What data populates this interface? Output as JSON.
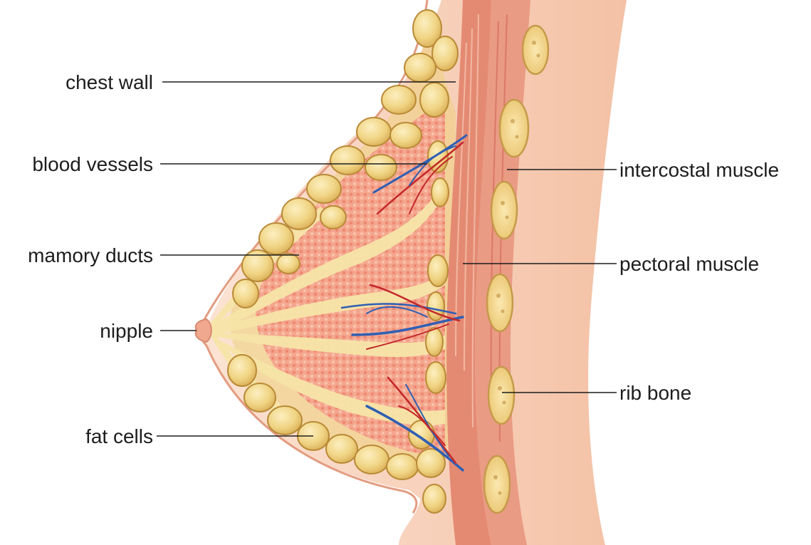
{
  "labels": {
    "chest_wall": "chest wall",
    "blood_vessels": "blood vessels",
    "mammary_ducts": "mamory ducts",
    "nipple": "nipple",
    "fat_cells": "fat cells",
    "intercostal_muscle": "intercostal muscle",
    "pectoral_muscle": "pectoral muscle",
    "rib_bone": "rib bone"
  },
  "colors": {
    "skin": "#f7cdb4",
    "skin_light": "#fbe0cf",
    "skin_edge": "#e9a58a",
    "fat": "#efd27e",
    "fat_edge": "#b98a37",
    "fat_highlight": "#fbecb8",
    "gland": "#f2a38b",
    "gland_dots": "#ec8a73",
    "duct": "#f7e5a8",
    "muscle": "#e48a73",
    "muscle_dark": "#cf6354",
    "rib": "#f5d98d",
    "rib_edge": "#c59a4a",
    "artery": "#c3272a",
    "vein": "#2f5fb3",
    "text": "#1d1d1d"
  }
}
